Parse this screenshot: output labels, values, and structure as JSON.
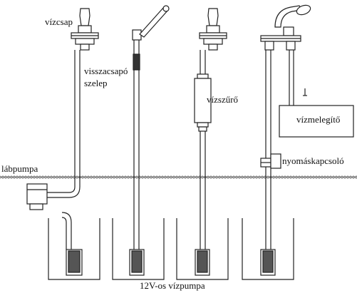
{
  "labels": {
    "vizcsap": "vízcsap",
    "visszacsapo": "visszacsapó",
    "szelep": "szelep",
    "vizszuro": "vízszűrő",
    "lab": "lábpumpa",
    "vizmelegito": "vízmelegítő",
    "nyomaskapcsolo": "nyomáskapcsoló",
    "vizpumpa": "12V-os vízpumpa"
  },
  "colors": {
    "line": "#222222",
    "fill": "#ffffff",
    "pump": "#444444",
    "dots": "#777777"
  }
}
